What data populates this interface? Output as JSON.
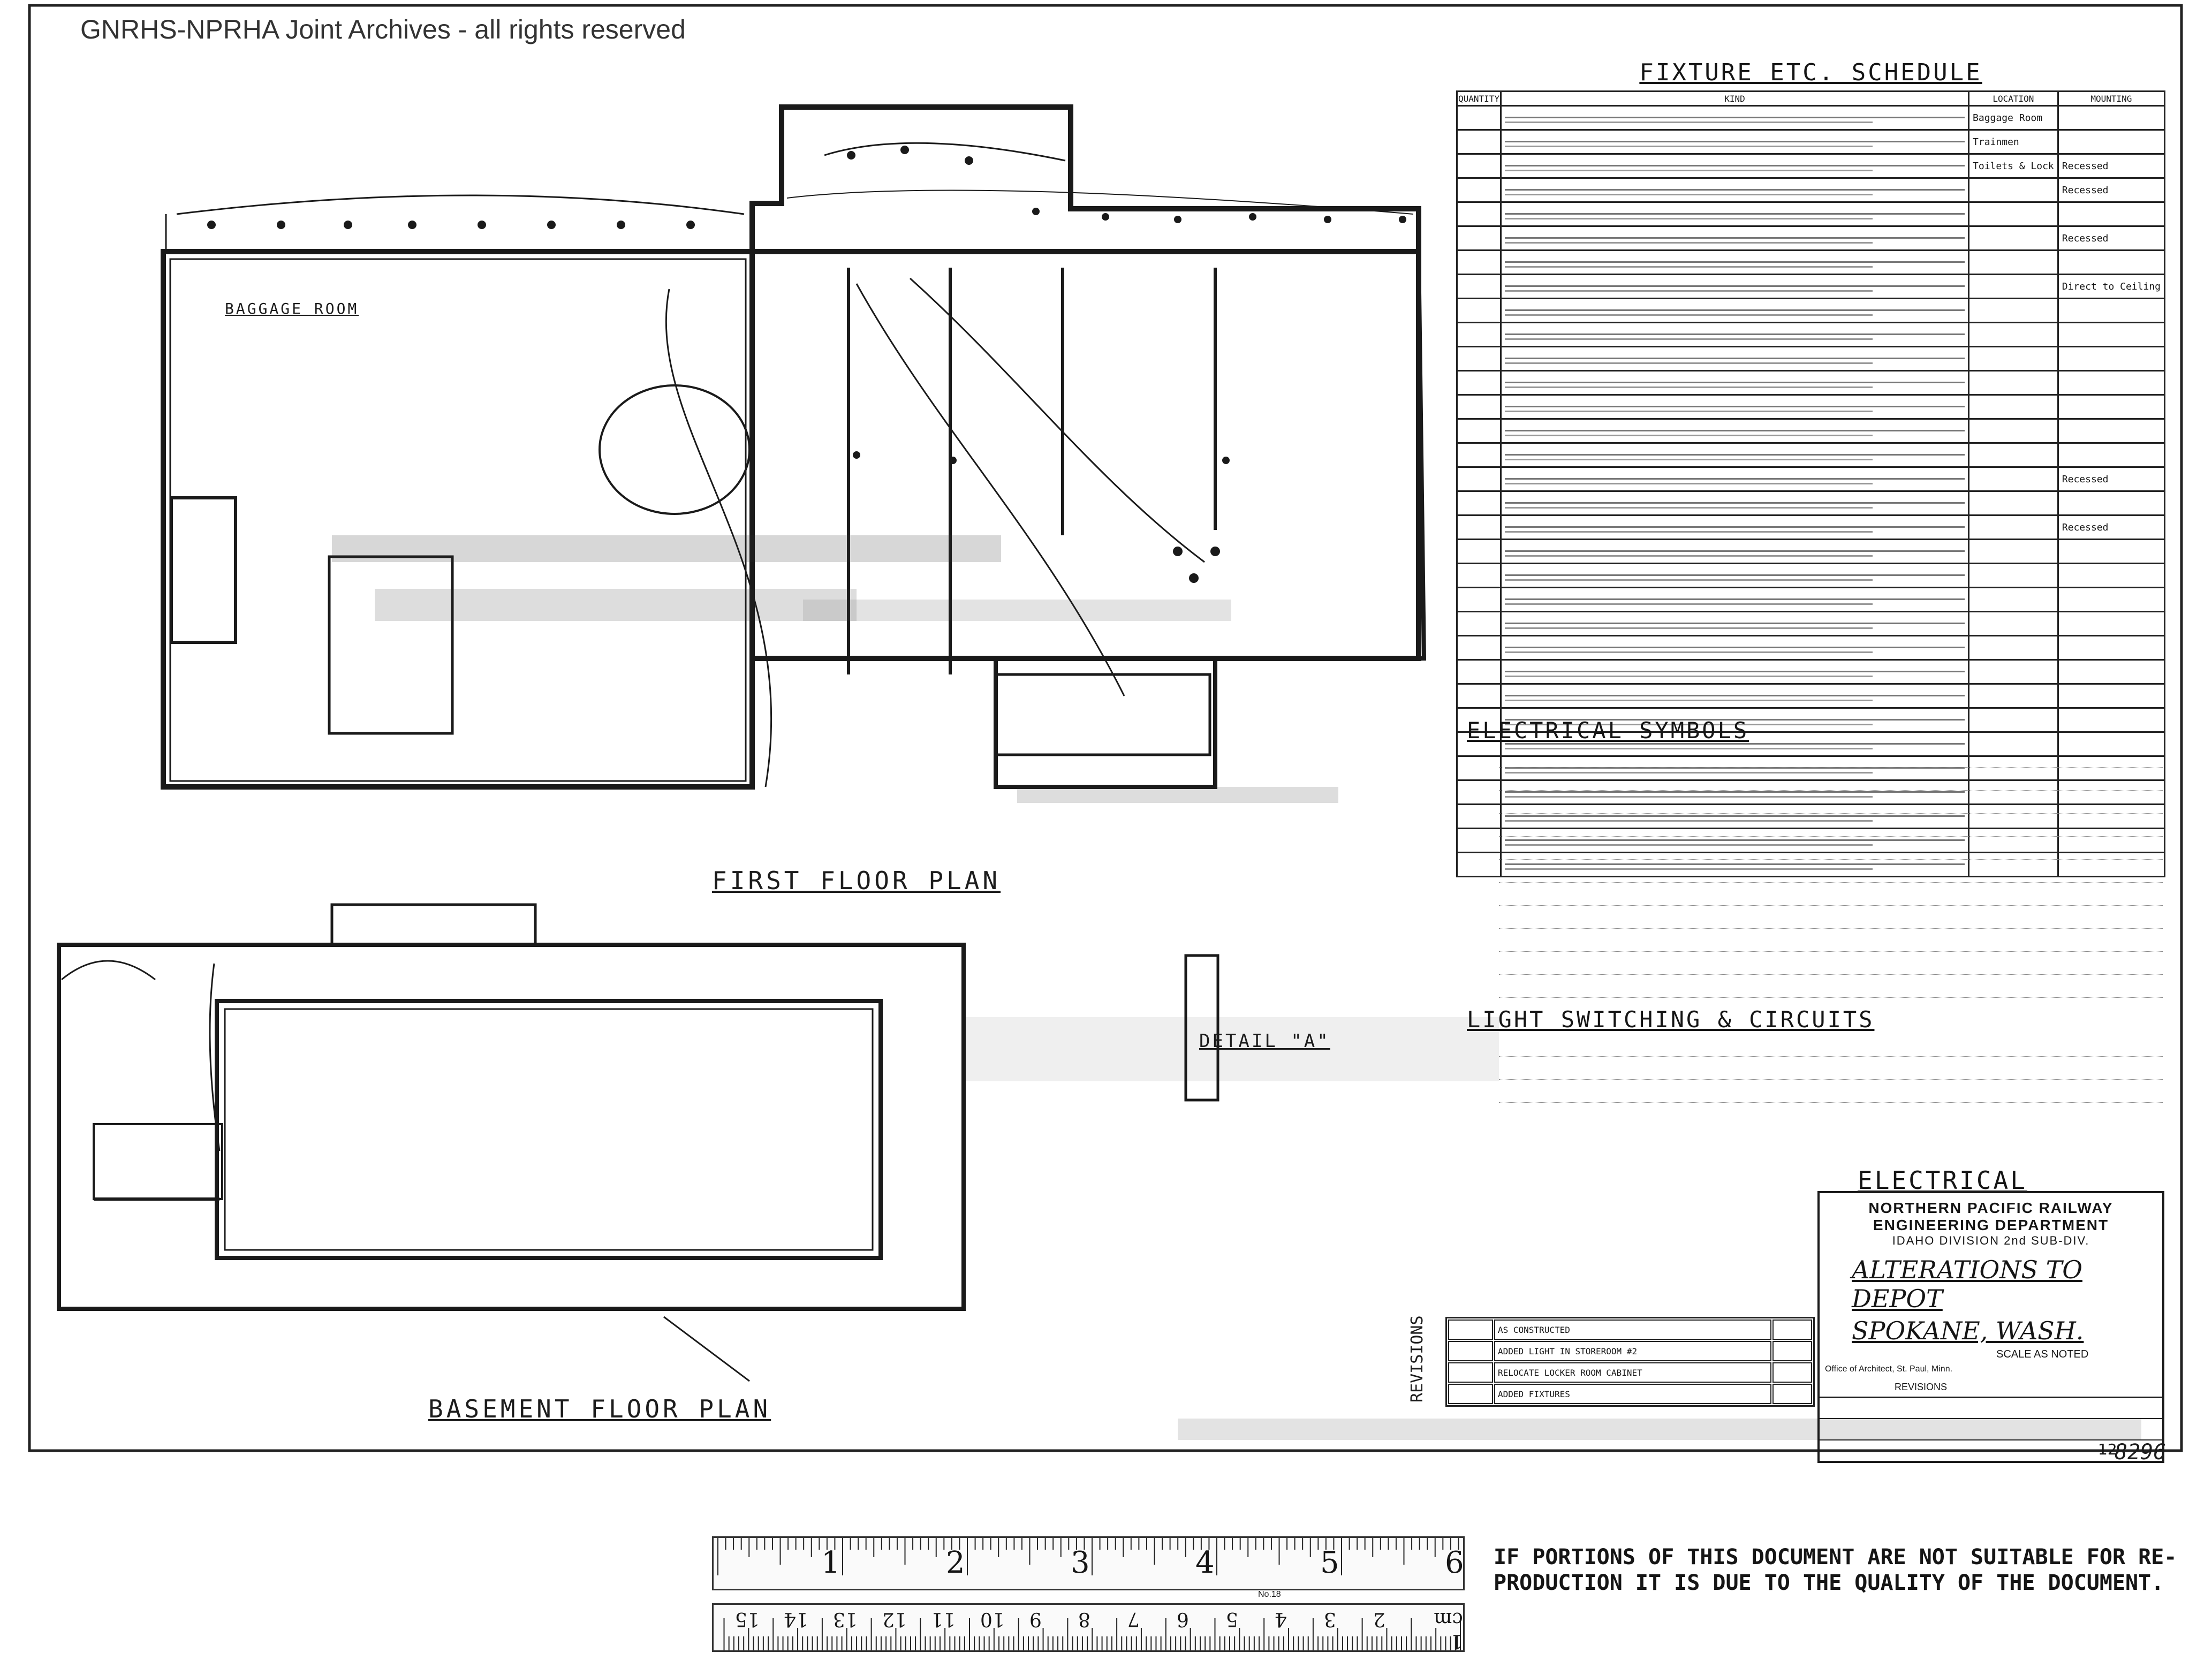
{
  "watermark": "GNRHS-NPRHA Joint Archives - all rights reserved",
  "plans": {
    "baggage_room": "BAGGAGE ROOM",
    "first_floor": "FIRST FLOOR PLAN",
    "basement": "BASEMENT FLOOR PLAN",
    "detail": "DETAIL \"A\""
  },
  "schedule": {
    "title": "FIXTURE ETC. SCHEDULE",
    "headers": [
      "QUANTITY",
      "KIND",
      "LOCATION",
      "MOUNTING"
    ],
    "rows": [
      {
        "location": "Baggage Room",
        "mounting": ""
      },
      {
        "location": "Trainmen",
        "mounting": ""
      },
      {
        "location": "Toilets & Lock",
        "mounting": "Recessed"
      },
      {
        "location": "",
        "mounting": "Recessed"
      },
      {
        "location": "",
        "mounting": ""
      },
      {
        "location": "",
        "mounting": "Recessed"
      },
      {
        "location": "",
        "mounting": ""
      },
      {
        "location": "",
        "mounting": "Direct to Ceiling"
      },
      {
        "location": "",
        "mounting": ""
      },
      {
        "location": "",
        "mounting": ""
      },
      {
        "location": "",
        "mounting": ""
      },
      {
        "location": "",
        "mounting": ""
      },
      {
        "location": "",
        "mounting": ""
      },
      {
        "location": "",
        "mounting": ""
      },
      {
        "location": "",
        "mounting": ""
      },
      {
        "location": "",
        "mounting": "Recessed"
      },
      {
        "location": "",
        "mounting": ""
      },
      {
        "location": "",
        "mounting": "Recessed"
      },
      {
        "location": "",
        "mounting": ""
      },
      {
        "location": "",
        "mounting": ""
      },
      {
        "location": "",
        "mounting": ""
      },
      {
        "location": "",
        "mounting": ""
      },
      {
        "location": "",
        "mounting": ""
      },
      {
        "location": "",
        "mounting": ""
      },
      {
        "location": "",
        "mounting": ""
      },
      {
        "location": "",
        "mounting": ""
      },
      {
        "location": "",
        "mounting": ""
      },
      {
        "location": "",
        "mounting": ""
      },
      {
        "location": "",
        "mounting": ""
      },
      {
        "location": "",
        "mounting": ""
      },
      {
        "location": "",
        "mounting": ""
      },
      {
        "location": "",
        "mounting": ""
      }
    ]
  },
  "symbols": {
    "title": "ELECTRICAL SYMBOLS"
  },
  "switching": {
    "title": "LIGHT SWITCHING & CIRCUITS"
  },
  "title_block": {
    "heading": "ELECTRICAL",
    "line1": "NORTHERN PACIFIC RAILWAY",
    "line2": "ENGINEERING DEPARTMENT",
    "division": "IDAHO DIVISION 2nd SUB-DIV.",
    "project": "ALTERATIONS TO DEPOT",
    "location": "SPOKANE, WASH.",
    "scale": "SCALE AS NOTED",
    "office": "Office of Architect, St. Paul, Minn.",
    "revisions_label": "REVISIONS",
    "sheet_number": "12"
  },
  "revisions_side_label": "REVISIONS",
  "revisions": [
    {
      "note": "AS CONSTRUCTED"
    },
    {
      "note": "ADDED LIGHT IN STOREROOM #2"
    },
    {
      "note": "RELOCATE LOCKER ROOM CABINET"
    },
    {
      "note": "ADDED FIXTURES"
    }
  ],
  "ruler": {
    "inch_marks": [
      "1",
      "2",
      "3",
      "4",
      "5",
      "6"
    ],
    "cm_marks": [
      "15",
      "14",
      "13",
      "12",
      "11",
      "10",
      "9",
      "8",
      "7",
      "6",
      "5",
      "4",
      "3",
      "2",
      "1 cm"
    ],
    "label": "No.18"
  },
  "notice": {
    "line1": "IF PORTIONS OF THIS DOCUMENT ARE NOT SUITABLE FOR RE-",
    "line2": "PRODUCTION IT IS DUE TO THE QUALITY OF THE DOCUMENT."
  },
  "corner_stamp": "8296"
}
